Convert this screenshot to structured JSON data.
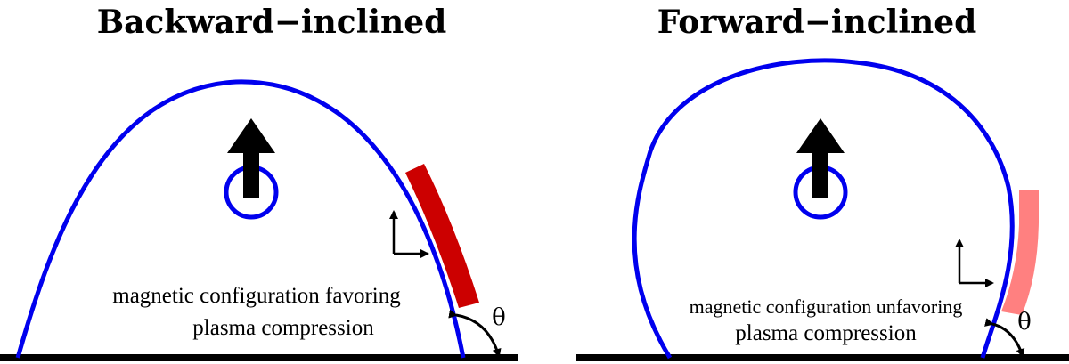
{
  "panels": [
    {
      "title": "Backward−inclined",
      "caption_line1": "magnetic configuration favoring",
      "caption_line2": "plasma compression",
      "angle_label": "θ",
      "current_sheet_color": "#cc0000"
    },
    {
      "title": "Forward−inclined",
      "caption_line1": "magnetic configuration unfavoring",
      "caption_line2": "plasma compression",
      "angle_label": "θ",
      "current_sheet_color": "#ff8080"
    }
  ],
  "colors": {
    "loop": "#0000ee",
    "ground": "#000000",
    "arrow": "#000000"
  }
}
